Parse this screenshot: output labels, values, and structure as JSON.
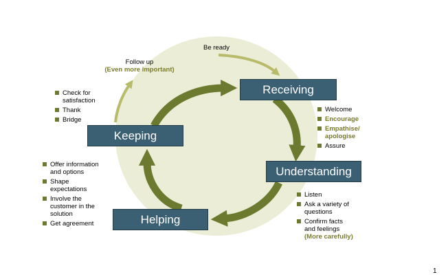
{
  "stages": {
    "receiving": "Receiving",
    "understanding": "Understanding",
    "helping": "Helping",
    "keeping": "Keeping"
  },
  "top_notes": {
    "be_ready": "Be ready",
    "follow_up": "Follow up",
    "follow_up_emphasis": "(Even more important)"
  },
  "receiving_list": [
    {
      "text": "Welcome",
      "highlight": false
    },
    {
      "text": "Encourage",
      "highlight": true
    },
    {
      "text": "Empathise/",
      "highlight": true
    },
    {
      "text": "apologise",
      "highlight": true
    },
    {
      "text": "Assure",
      "highlight": false
    }
  ],
  "understanding_list": [
    {
      "lines": [
        "Listen"
      ],
      "emphasis": ""
    },
    {
      "lines": [
        "Ask a variety of",
        "questions"
      ],
      "emphasis": ""
    },
    {
      "lines": [
        "Confirm facts",
        "and feelings"
      ],
      "emphasis": "(More carefully)"
    }
  ],
  "helping_list": [
    [
      "Offer information",
      "and options"
    ],
    [
      "Shape",
      "expectations"
    ],
    [
      "Involve  the",
      "customer in the",
      "solution"
    ],
    [
      "Get agreement"
    ]
  ],
  "keeping_list": [
    [
      "Check for",
      "satisfaction"
    ],
    [
      "Thank"
    ],
    [
      "Bridge"
    ]
  ],
  "page_number": "1",
  "colors": {
    "stage_box": "#3b6073",
    "arrow": "#6b7a2e",
    "arrow_light": "#b8bc6a",
    "circle": "#ebedd7",
    "highlight_text": "#7a7a2e"
  }
}
